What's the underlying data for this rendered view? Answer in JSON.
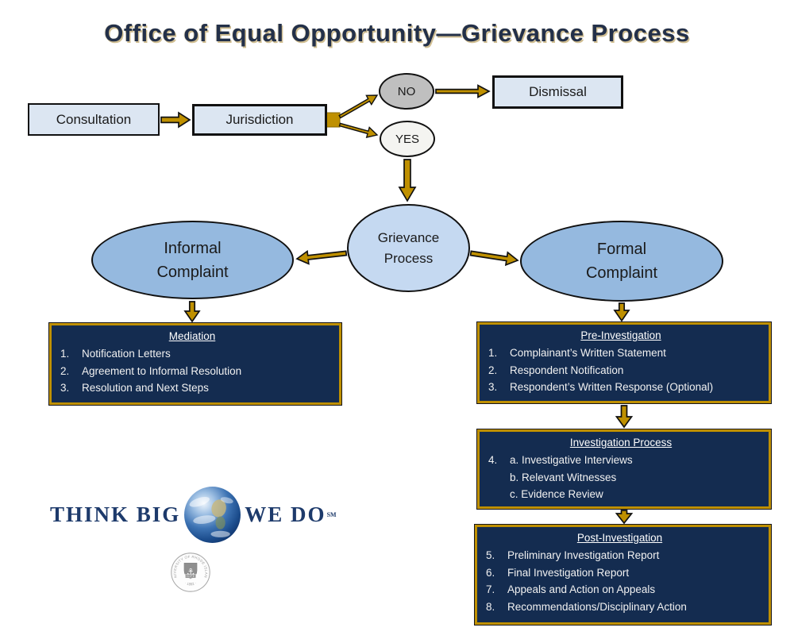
{
  "title": "Office of Equal Opportunity—Grievance Process",
  "nodes": {
    "consultation": "Consultation",
    "jurisdiction": "Jurisdiction",
    "no": "NO",
    "yes": "YES",
    "dismissal": "Dismissal",
    "grievance": "Grievance Process",
    "informal": "Informal Complaint",
    "formal": "Formal Complaint"
  },
  "lists": {
    "mediation": {
      "title": "Mediation",
      "items": [
        {
          "num": "1.",
          "text": "Notification Letters"
        },
        {
          "num": "2.",
          "text": "Agreement to Informal Resolution"
        },
        {
          "num": "3.",
          "text": "Resolution and Next Steps"
        }
      ]
    },
    "pre_investigation": {
      "title": "Pre-Investigation",
      "items": [
        {
          "num": "1.",
          "text": "Complainant’s Written Statement"
        },
        {
          "num": "2.",
          "text": "Respondent Notification"
        },
        {
          "num": "3.",
          "text": "Respondent’s Written Response (Optional)"
        }
      ]
    },
    "investigation": {
      "title": "Investigation Process",
      "items": [
        {
          "num": "4.",
          "text": "a. Investigative Interviews"
        },
        {
          "num": "",
          "text": "b. Relevant Witnesses"
        },
        {
          "num": "",
          "text": "c. Evidence Review"
        }
      ]
    },
    "post_investigation": {
      "title": "Post-Investigation",
      "items": [
        {
          "num": "5.",
          "text": "Preliminary Investigation Report"
        },
        {
          "num": "6.",
          "text": "Final Investigation Report"
        },
        {
          "num": "7.",
          "text": "Appeals and Action on Appeals"
        },
        {
          "num": "8.",
          "text": "Recommendations/Disciplinary Action"
        }
      ]
    }
  },
  "logo": {
    "think_big": "THINK BIG",
    "we_do": "WE DO",
    "sm": "SM",
    "seal_text": "UNIVERSITY OF RHODE ISLAND",
    "seal_motto": "HOPE",
    "seal_year": "· 1892 ·"
  },
  "colors": {
    "title_navy": "#233049",
    "navy_box": "#142c50",
    "gold": "#bf9000",
    "box_blue": "#dce6f2",
    "pale_blue": "#c5d9f1",
    "mid_blue": "#95b9df",
    "gray_no": "#bfbfbf",
    "yes_white": "#f4f4f1",
    "brand_navy": "#1d3a6b"
  }
}
